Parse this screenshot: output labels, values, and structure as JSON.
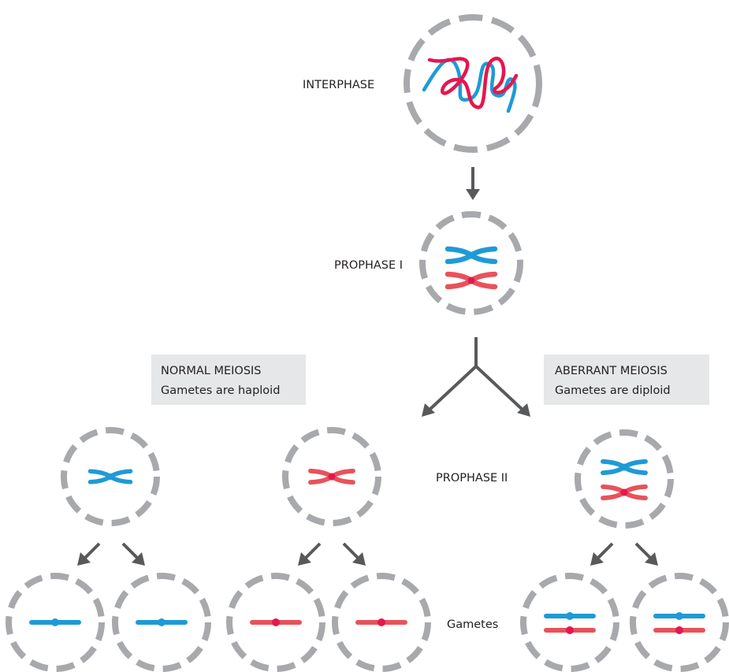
{
  "labels": {
    "interphase": "INTERPHASE",
    "prophase_i": "PROPHASE I",
    "prophase_ii": "PROPHASE II",
    "gametes": "Gametes"
  },
  "normal_box": {
    "title": "NORMAL MEIOSIS",
    "subtitle": "Gametes are haploid"
  },
  "aberrant_box": {
    "title": "ABERRANT MEIOSIS",
    "subtitle": "Gametes are diploid"
  },
  "colors": {
    "blue": "#1e9ad6",
    "red": "#e8525a",
    "red_strand": "#e5174d",
    "membrane": "#a7a9ac",
    "arrow": "#58595b",
    "box": "#e6e7e8"
  }
}
